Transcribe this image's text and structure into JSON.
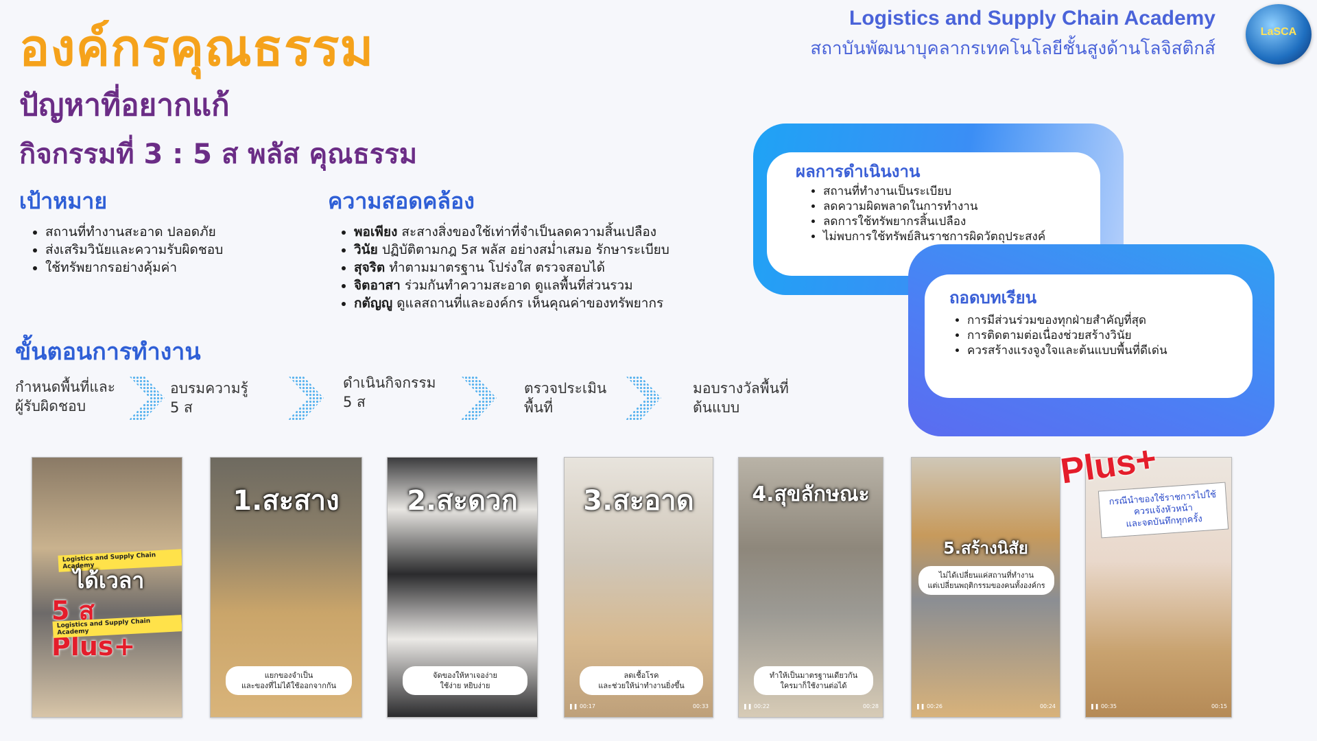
{
  "header": {
    "title": "องค์กรคุณธรรม",
    "subtitle1": "ปัญหาที่อยากแก้",
    "subtitle2": "กิจกรรมที่ 3 : 5 ส พลัส คุณธรรม",
    "org_name": "Logistics and Supply Chain Academy",
    "org_sub": "สถาบันพัฒนาบุคลากรเทคโนโลยีชั้นสูงด้านโลจิสติกส์",
    "logo_text": "LaSCA"
  },
  "goal": {
    "heading": "เป้าหมาย",
    "items": [
      "สถานที่ทำงานสะอาด ปลอดภัย",
      "ส่งเสริมวินัยและความรับผิดชอบ",
      "ใช้ทรัพยากรอย่างคุ้มค่า"
    ]
  },
  "alignment": {
    "heading": "ความสอดคล้อง",
    "items": [
      {
        "term": "พอเพียง",
        "text": " สะสางสิ่งของใช้เท่าที่จำเป็นลดความสิ้นเปลือง"
      },
      {
        "term": "วินัย",
        "text": " ปฏิบัติตามกฎ 5ส พลัส อย่างสม่ำเสมอ รักษาระเบียบ"
      },
      {
        "term": "สุจริต",
        "text": " ทำตามมาตรฐาน โปร่งใส ตรวจสอบได้"
      },
      {
        "term": "จิตอาสา",
        "text": " ร่วมกันทำความสะอาด ดูแลพื้นที่ส่วนรวม"
      },
      {
        "term": "กตัญญู",
        "text": " ดูแลสถานที่และองค์กร เห็นคุณค่าของทรัพยากร"
      }
    ]
  },
  "steps": {
    "heading": "ขั้นตอนการทำงาน",
    "items": [
      {
        "line1": "กำหนดพื้นที่และ",
        "line2": "ผู้รับผิดชอบ"
      },
      {
        "line1": "อบรมความรู้",
        "line2": "5 ส"
      },
      {
        "line1": "ดำเนินกิจกรรม",
        "line2": "5 ส"
      },
      {
        "line1": "ตรวจประเมิน",
        "line2": "พื้นที่"
      },
      {
        "line1": "มอบรางวัลพื้นที่",
        "line2": "ต้นแบบ"
      }
    ]
  },
  "results": {
    "heading": "ผลการดำเนินงาน",
    "items": [
      "สถานที่ทำงานเป็นระเบียบ",
      "ลดความผิดพลาดในการทำงาน",
      "ลดการใช้ทรัพยากรสิ้นเปลือง",
      "ไม่พบการใช้ทรัพย์สินราชการผิดวัตถุประสงค์"
    ]
  },
  "lessons": {
    "heading": "ถอดบทเรียน",
    "items": [
      "การมีส่วนร่วมของทุกฝ่ายสำคัญที่สุด",
      "การติดตามต่อเนื่องช่วยสร้างวินัย",
      "ควรสร้างแรงจูงใจและต้นแบบพื้นที่ดีเด่น"
    ]
  },
  "photos": [
    {
      "title": "",
      "banner": "Logistics and Supply Chain Academy",
      "big1": "ได้เวลา",
      "big2": "5 ส Plus+",
      "banner2": "Logistics and Supply Chain Academy",
      "caption": "",
      "time_start": "",
      "time_end": ""
    },
    {
      "title": "1.สะสาง",
      "caption": "แยกของจำเป็น\nและของที่ไม่ได้ใช้ออกจากกัน",
      "time_start": "",
      "time_end": ""
    },
    {
      "title": "2.สะดวก",
      "caption": "จัดของให้หาเจอง่าย\nใช้ง่าย หยิบง่าย",
      "time_start": "",
      "time_end": ""
    },
    {
      "title": "3.สะอาด",
      "caption": "ลดเชื้อโรค\nและช่วยให้น่าทำงานยิ่งขึ้น",
      "time_start": "00:17",
      "time_end": "00:33"
    },
    {
      "title": "4.สุขลักษณะ",
      "caption": "ทำให้เป็นมาตรฐานเดียวกัน\nใครมาก็ใช้งานต่อได้",
      "time_start": "00:22",
      "time_end": "00:28"
    },
    {
      "title": "5.สร้างนิสัย",
      "caption": "ไม่ได้เปลี่ยนแค่สถานที่ทำงาน\nแต่เปลี่ยนพฤติกรรมของคนทั้งองค์กร",
      "time_start": "00:26",
      "time_end": "00:24"
    },
    {
      "title": "Plus+",
      "note": "กรณีนำของใช้ราชการไปใช้\nควรแจ้งหัวหน้า\nและจดบันทึกทุกครั้ง",
      "caption": "",
      "time_start": "00:35",
      "time_end": "00:15"
    }
  ]
}
